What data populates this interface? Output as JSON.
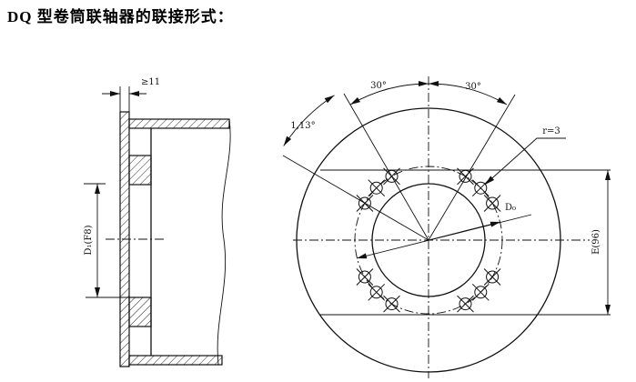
{
  "page": {
    "title": "DQ 型卷筒联轴器的联接形式："
  },
  "left_view": {
    "gap_label": "≥11",
    "bore_dim_label": "D₁(F8)"
  },
  "right_view": {
    "angle_left_label": "30°",
    "angle_right_label": "30°",
    "group_angle_label": "1,13°",
    "hole_leader_label": "r=3",
    "bolt_circle_label": "D₀",
    "height_dim_label": "E(96)"
  },
  "colors": {
    "line": "#111111",
    "background": "#ffffff"
  }
}
